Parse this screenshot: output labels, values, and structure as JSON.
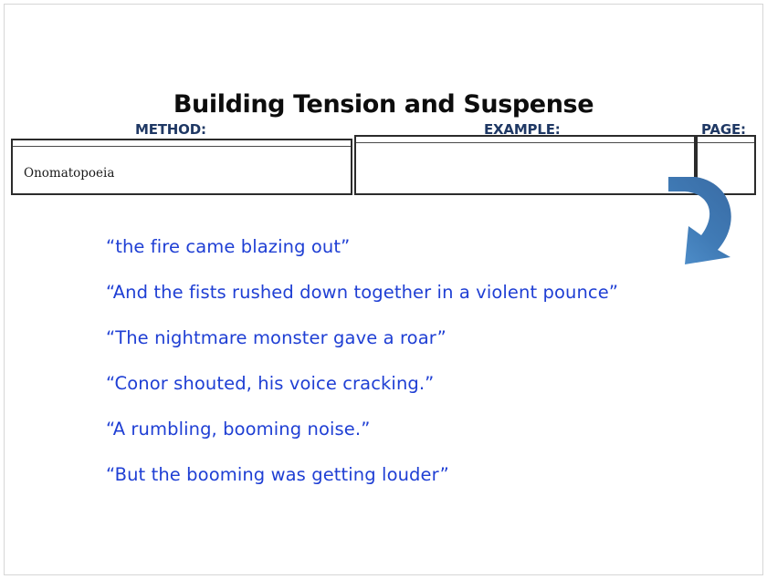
{
  "slide": {
    "title": "Building Tension and Suspense",
    "title_color": "#0d0d0d",
    "background_color": "#ffffff",
    "frame_color": "#d6d6d6"
  },
  "table": {
    "header_color": "#1f3864",
    "border_color": "#2b2b2b",
    "columns": [
      {
        "label": "METHOD:",
        "value": "Onomatopoeia"
      },
      {
        "label": "EXAMPLE:",
        "value": ""
      },
      {
        "label": "PAGE:",
        "value": ""
      }
    ]
  },
  "arrow": {
    "name": "curved-down-left-arrow",
    "color_dark": "#3a72ac",
    "color_light": "#4a86c5"
  },
  "quotes": {
    "text_color": "#1f3fd4",
    "items": [
      "“the fire came blazing out”",
      "“And the fists rushed down together in a violent pounce”",
      "“The nightmare monster gave a roar”",
      "“Conor shouted, his voice cracking.”",
      "“A rumbling, booming noise.”",
      "“But the booming was getting louder”"
    ]
  }
}
